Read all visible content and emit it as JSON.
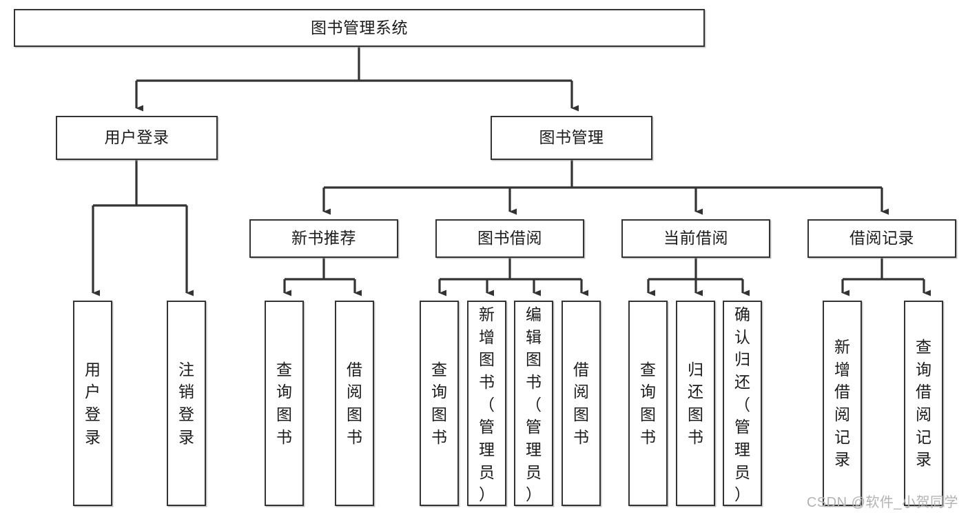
{
  "diagram": {
    "type": "tree",
    "title": "图书管理系统",
    "background_color": "#ffffff",
    "node_border_color": "#333333",
    "node_fill_color": "#ffffff",
    "edge_color": "#333333",
    "text_color": "#1b1b1b"
  },
  "root": {
    "label": "图书管理系统"
  },
  "level2": {
    "user_login": {
      "label": "用户登录"
    },
    "book_manage": {
      "label": "图书管理"
    }
  },
  "level3": {
    "new_book_rec": {
      "label": "新书推荐"
    },
    "book_borrow": {
      "label": "图书借阅"
    },
    "current_borrow": {
      "label": "当前借阅"
    },
    "borrow_record": {
      "label": "借阅记录"
    }
  },
  "leaves": {
    "user_login_1": {
      "label": "用\n户\n登\n录"
    },
    "user_login_2": {
      "label": "注\n销\n登\n录"
    },
    "new_book_1": {
      "label": "查\n询\n图\n书"
    },
    "new_book_2": {
      "label": "借\n阅\n图\n书"
    },
    "borrow_1": {
      "label": "查\n询\n图\n书"
    },
    "borrow_2": {
      "label": "新\n增\n图\n书\n（\n管\n理\n员\n）"
    },
    "borrow_3": {
      "label": "编\n辑\n图\n书\n（\n管\n理\n员\n）"
    },
    "borrow_4": {
      "label": "借\n阅\n图\n书"
    },
    "current_1": {
      "label": "查\n询\n图\n书"
    },
    "current_2": {
      "label": "归\n还\n图\n书"
    },
    "current_3": {
      "label": "确\n认\n归\n还\n（\n管\n理\n员\n）"
    },
    "record_1": {
      "label": "新\n增\n借\n阅\n记\n录"
    },
    "record_2": {
      "label": "查\n询\n借\n阅\n记\n录"
    }
  },
  "watermark": {
    "text": "CSDN @软件_小贺同学"
  }
}
